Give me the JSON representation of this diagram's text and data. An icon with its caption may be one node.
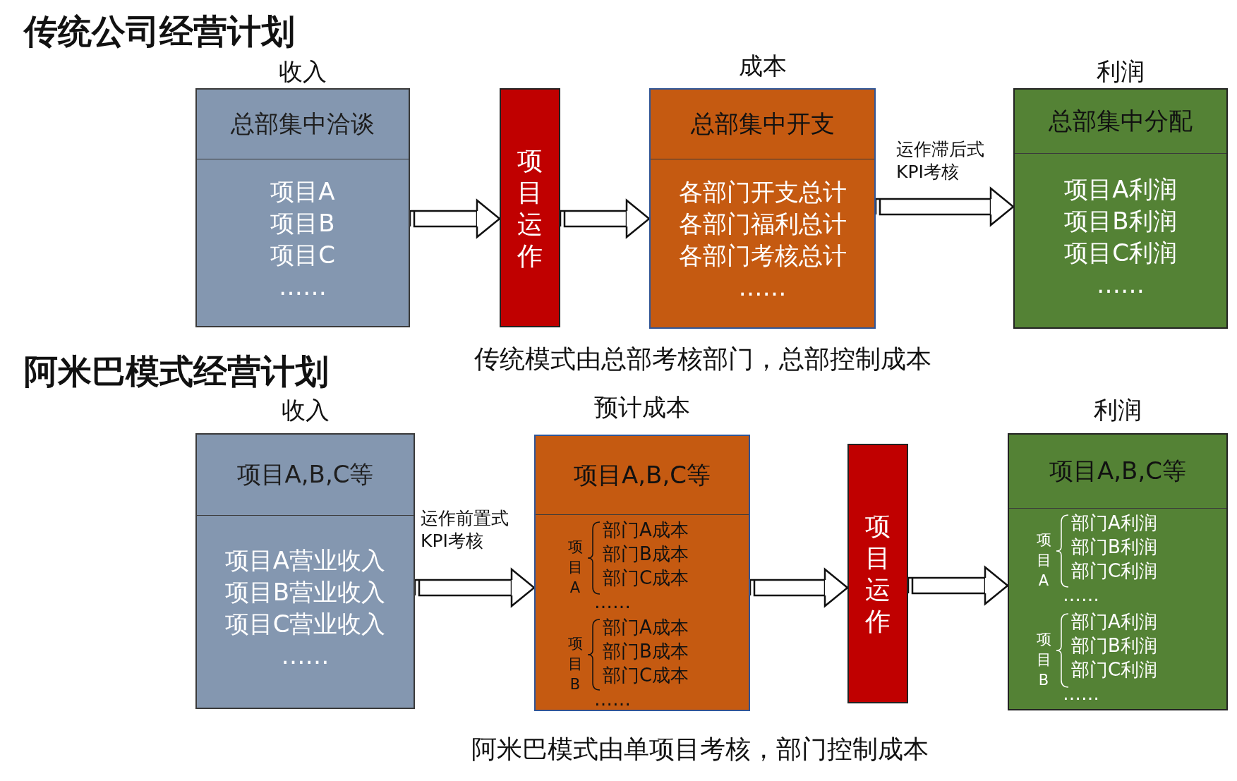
{
  "diagram": {
    "nodes": [
      {
        "text": [
          "收入",
          "总部集中洽谈",
          "项目A",
          "项目B",
          "项目C",
          "……"
        ]
      },
      {
        "text": [
          "项目运作"
        ]
      },
      {
        "text": [
          "成本",
          "总部集中开支",
          "各部门开支总计",
          "各部门福利总计",
          "各部门考核总计",
          "……"
        ]
      },
      {
        "text": [
          "利润",
          "总部集中分配",
          "项目A利润",
          "项目B利润",
          "项目C利润",
          "……"
        ]
      },
      {
        "text": [
          "收入",
          "项目A,B,C等",
          "项目A营业收入",
          "项目B营业收入",
          "项目C营业收入",
          "……"
        ]
      },
      {
        "text": [
          "预计成本",
          "项目A,B,C等"
        ]
      },
      {
        "text": [
          "项目A",
          "部门A成本",
          "部门B成本",
          "部门C成本",
          "……"
        ],
        "in": 5
      },
      {
        "text": [
          "项目B",
          "部门A成本",
          "部门B成本",
          "部门C成本",
          "……"
        ],
        "in": 5
      },
      {
        "text": [
          "项目运作"
        ]
      },
      {
        "text": [
          "利润",
          "项目A,B,C等"
        ]
      },
      {
        "text": [
          "项目A",
          "部门A利润",
          "部门B利润",
          "部门C利润",
          "……"
        ],
        "in": 9
      },
      {
        "text": [
          "项目B",
          "部门A利润",
          "部门B利润",
          "部门C利润",
          "……"
        ],
        "in": 9
      }
    ],
    "edges": [
      {
        "from": 0,
        "to": 1,
        "arrow": "to"
      },
      {
        "from": 1,
        "to": 2,
        "arrow": "to"
      },
      {
        "from": 2,
        "to": 3,
        "arrow": "to",
        "label": "运作滞后式KPI考核"
      },
      {
        "from": 4,
        "to": 5,
        "arrow": "to",
        "label": "运作前置式KPI考核"
      },
      {
        "from": 5,
        "to": 8,
        "arrow": "to"
      },
      {
        "from": 8,
        "to": 9,
        "arrow": "to"
      }
    ],
    "labels": [
      "传统公司经营计划",
      "传统模式由总部考核部门，总部控制成本",
      "阿米巴模式经营计划",
      "阿米巴模式由单项目考核，部门控制成本"
    ]
  }
}
